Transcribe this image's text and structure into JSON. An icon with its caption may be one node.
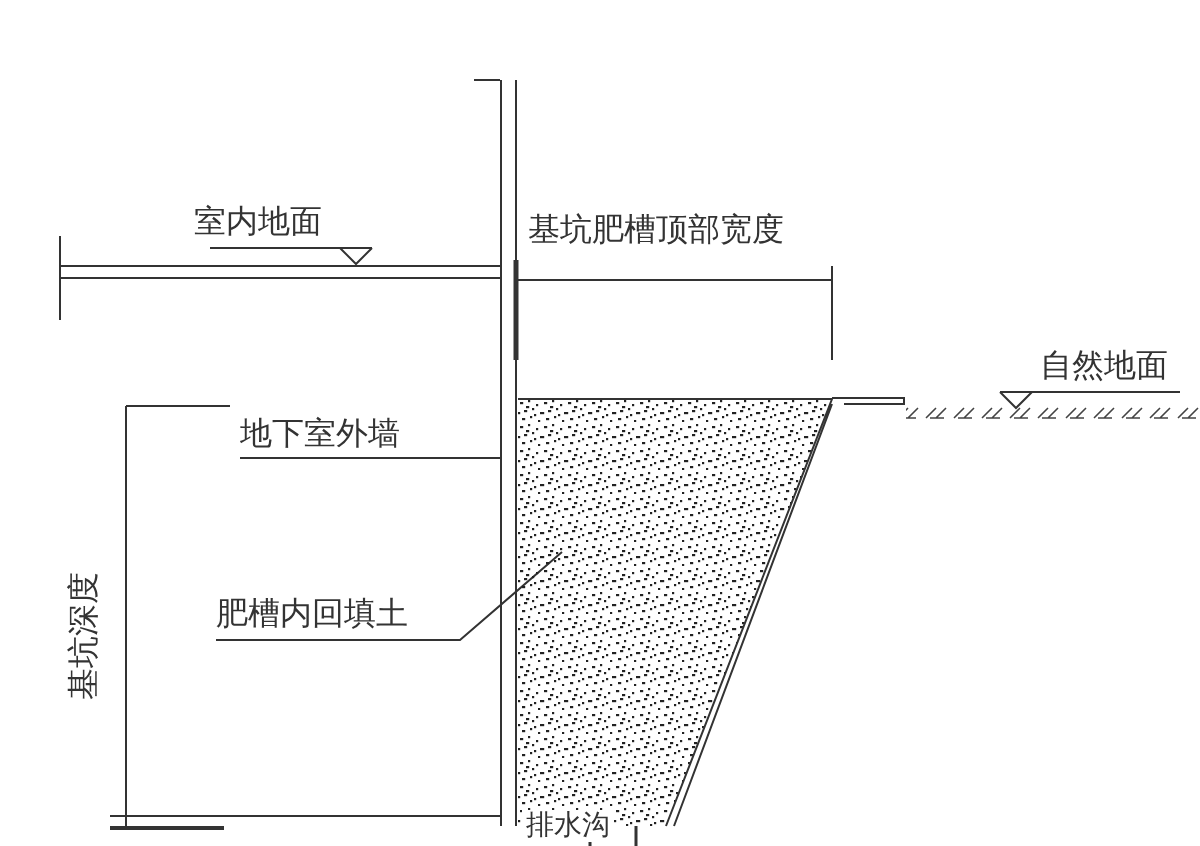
{
  "diagram": {
    "nodes": [
      {
        "text": [
          "地下室外墙"
        ]
      },
      {
        "text": [],
        "shape": "wall"
      },
      {
        "text": [
          "肥槽内回填土"
        ]
      },
      {
        "text": [],
        "shape": "trapezoid"
      }
    ],
    "edges": [
      {
        "from": 0,
        "to": 1,
        "arrow": "none"
      },
      {
        "from": 2,
        "to": 3,
        "arrow": "none"
      }
    ],
    "labels": [
      "室内地面",
      "基坑肥槽顶部宽度",
      "自然地面",
      "基坑深度",
      "排水沟"
    ]
  }
}
